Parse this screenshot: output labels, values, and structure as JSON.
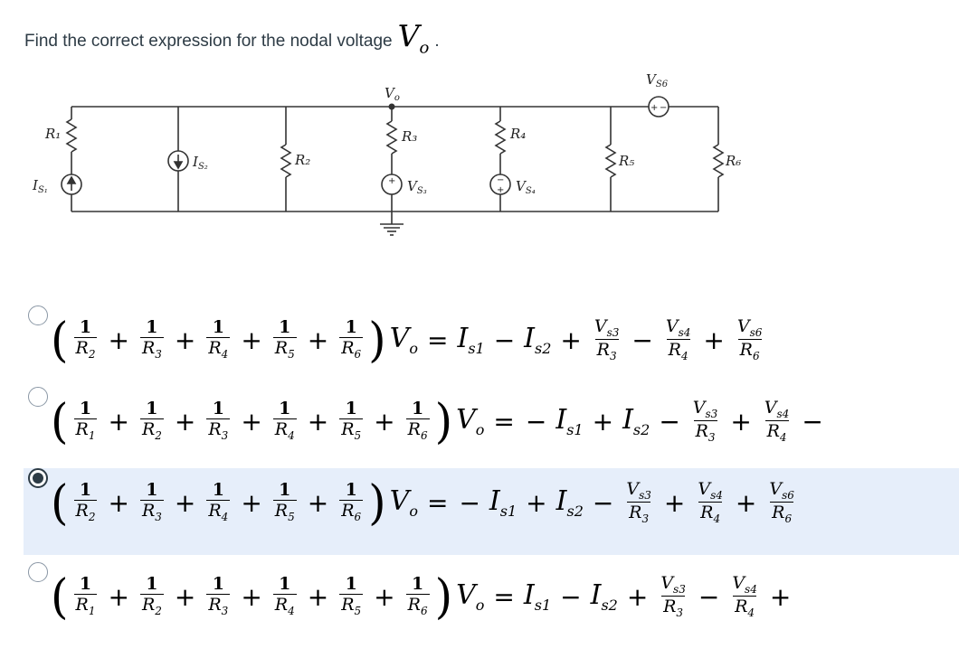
{
  "question": {
    "text": "Find the correct expression for the nodal voltage",
    "vo_var": "V",
    "vo_sub": "o",
    "period": "."
  },
  "circuit": {
    "labels": {
      "vo": "V",
      "vo_sub": "o",
      "r1": "R₁",
      "r2": "R₂",
      "r3": "R₃",
      "r4": "R₄",
      "r5": "R₅",
      "r6": "R₆",
      "is1": "I",
      "is1_sub": "S₁",
      "is2": "I",
      "is2_sub": "S₂",
      "vs3": "V",
      "vs3_sub": "S₃",
      "vs4": "V",
      "vs4_sub": "S₄",
      "vs6": "V",
      "vs6_sub": "S6",
      "plus": "+",
      "minus": "−"
    }
  },
  "options": [
    {
      "selected": false,
      "lhs_denominators": [
        "R2",
        "R3",
        "R4",
        "R5",
        "R6"
      ],
      "rhs": [
        {
          "kind": "var",
          "text": "I",
          "sub": "s1"
        },
        {
          "kind": "op",
          "text": "−"
        },
        {
          "kind": "var",
          "text": "I",
          "sub": "s2"
        },
        {
          "kind": "op",
          "text": "+"
        },
        {
          "kind": "frac",
          "num": "Vs3",
          "den": "R3"
        },
        {
          "kind": "op",
          "text": "−"
        },
        {
          "kind": "frac",
          "num": "Vs4",
          "den": "R4"
        },
        {
          "kind": "op",
          "text": "+"
        },
        {
          "kind": "frac",
          "num": "Vs6",
          "den": "R6"
        }
      ]
    },
    {
      "selected": false,
      "lhs_denominators": [
        "R1",
        "R2",
        "R3",
        "R4",
        "R5",
        "R6"
      ],
      "rhs": [
        {
          "kind": "op",
          "text": "−"
        },
        {
          "kind": "var",
          "text": "I",
          "sub": "s1"
        },
        {
          "kind": "op",
          "text": "+"
        },
        {
          "kind": "var",
          "text": "I",
          "sub": "s2"
        },
        {
          "kind": "op",
          "text": "−"
        },
        {
          "kind": "frac",
          "num": "Vs3",
          "den": "R3"
        },
        {
          "kind": "op",
          "text": "+"
        },
        {
          "kind": "frac",
          "num": "Vs4",
          "den": "R4"
        },
        {
          "kind": "op",
          "text": "−"
        }
      ]
    },
    {
      "selected": true,
      "lhs_denominators": [
        "R2",
        "R3",
        "R4",
        "R5",
        "R6"
      ],
      "rhs": [
        {
          "kind": "op",
          "text": "−"
        },
        {
          "kind": "var",
          "text": "I",
          "sub": "s1"
        },
        {
          "kind": "op",
          "text": "+"
        },
        {
          "kind": "var",
          "text": "I",
          "sub": "s2"
        },
        {
          "kind": "op",
          "text": "−"
        },
        {
          "kind": "frac",
          "num": "Vs3",
          "den": "R3"
        },
        {
          "kind": "op",
          "text": "+"
        },
        {
          "kind": "frac",
          "num": "Vs4",
          "den": "R4"
        },
        {
          "kind": "op",
          "text": "+"
        },
        {
          "kind": "frac",
          "num": "Vs6",
          "den": "R6"
        }
      ]
    },
    {
      "selected": false,
      "lhs_denominators": [
        "R1",
        "R2",
        "R3",
        "R4",
        "R5",
        "R6"
      ],
      "rhs": [
        {
          "kind": "var",
          "text": "I",
          "sub": "s1"
        },
        {
          "kind": "op",
          "text": "−"
        },
        {
          "kind": "var",
          "text": "I",
          "sub": "s2"
        },
        {
          "kind": "op",
          "text": "+"
        },
        {
          "kind": "frac",
          "num": "Vs3",
          "den": "R3"
        },
        {
          "kind": "op",
          "text": "−"
        },
        {
          "kind": "frac",
          "num": "Vs4",
          "den": "R4"
        },
        {
          "kind": "op",
          "text": "+"
        }
      ]
    }
  ],
  "common": {
    "one": "1",
    "plus": "+",
    "equals": "=",
    "lparen": "(",
    "rparen": ")",
    "vo": "V",
    "vo_sub": "o"
  }
}
